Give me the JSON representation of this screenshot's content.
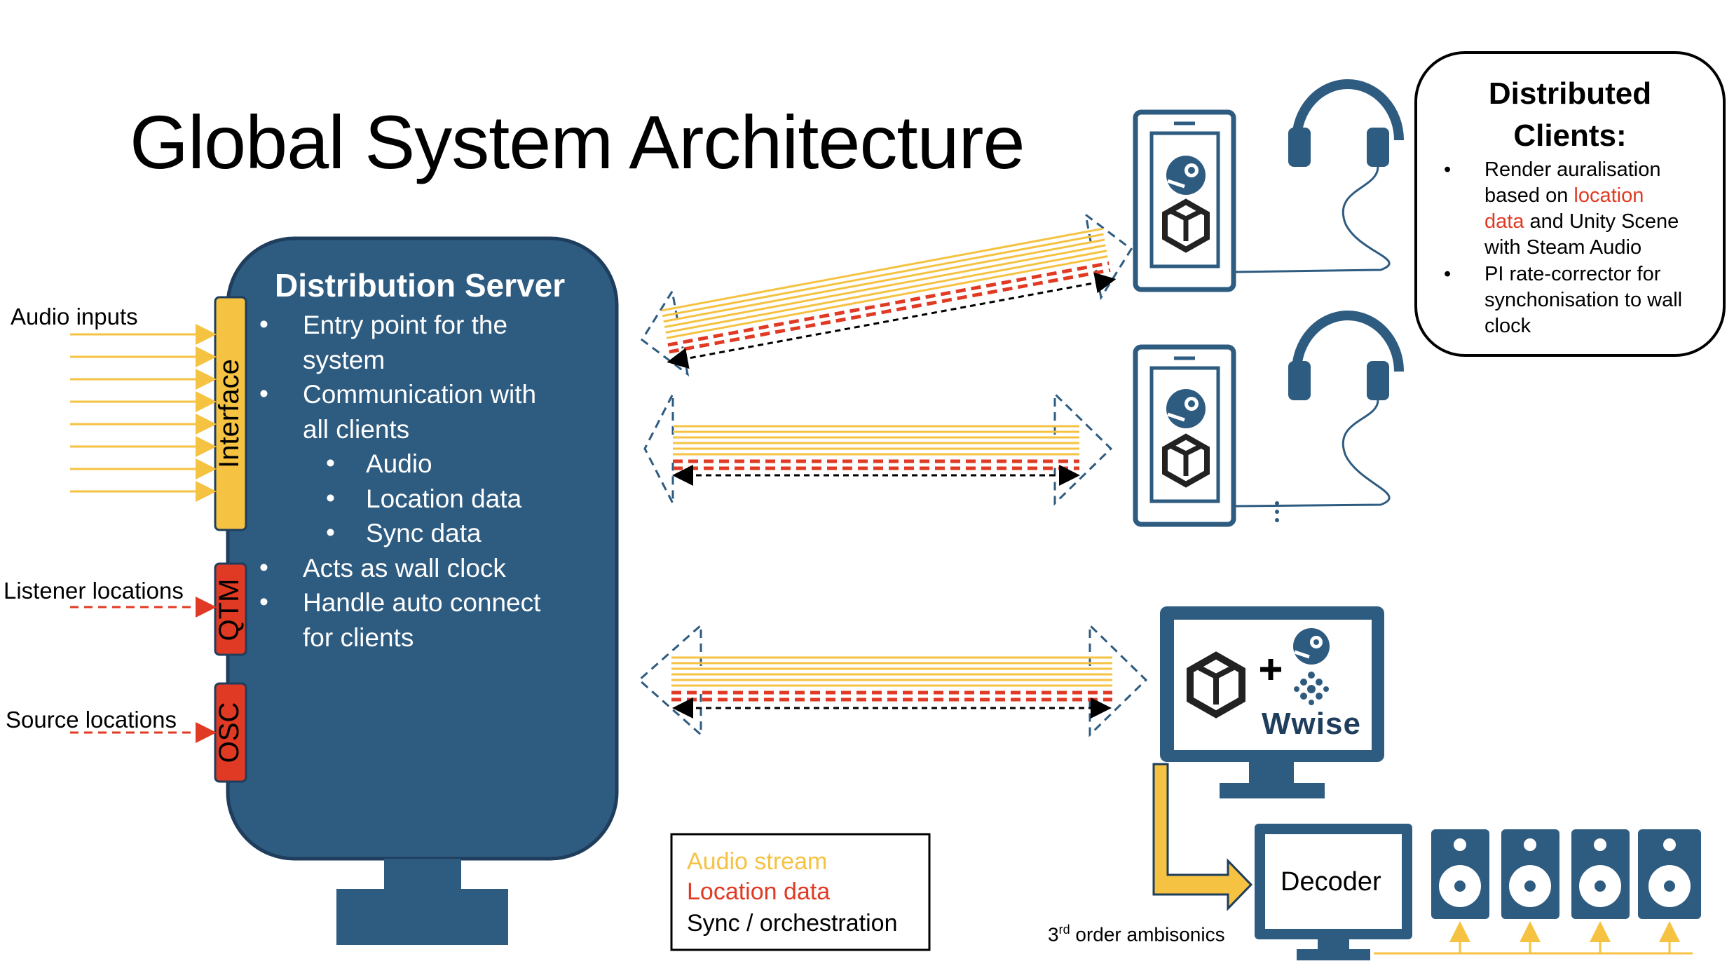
{
  "title": "Global System Architecture",
  "server": {
    "title": "Distribution Server",
    "bullets": [
      {
        "level": 0,
        "text": "Entry point for the"
      },
      {
        "level": 0,
        "text": "system",
        "cont": true
      },
      {
        "level": 0,
        "text": "Communication with"
      },
      {
        "level": 0,
        "text": "all clients",
        "cont": true
      },
      {
        "level": 1,
        "text": "Audio"
      },
      {
        "level": 1,
        "text": "Location data"
      },
      {
        "level": 1,
        "text": "Sync data"
      },
      {
        "level": 0,
        "text": "Acts as wall clock"
      },
      {
        "level": 0,
        "text": "Handle auto connect"
      },
      {
        "level": 0,
        "text": "for clients",
        "cont": true
      }
    ]
  },
  "inputs": {
    "audio": "Audio inputs",
    "listener": "Listener locations",
    "source": "Source locations"
  },
  "ports": {
    "interface": "Interface",
    "qtm": "QTM",
    "osc": "OSC"
  },
  "clients_box": {
    "title_line1": "Distributed",
    "title_line2": "Clients:",
    "bullet1": [
      "Render auralisation",
      "based on ",
      "location",
      "data",
      " and Unity Scene",
      "with Steam Audio"
    ],
    "bullet2": [
      "PI rate-corrector for",
      "synchonisation to wall",
      "clock"
    ]
  },
  "legend": {
    "audio": "Audio stream",
    "location": "Location data",
    "sync": "Sync / orchestration"
  },
  "decoder": "Decoder",
  "ambisonics": {
    "prefix": "3",
    "sup": "rd",
    "rest": " order ambisonics"
  },
  "wwise": "Wwise",
  "colors": {
    "navy": "#2e5b80",
    "yellow": "#f5c242",
    "red": "#e03a24",
    "dark": "#1f3d5c"
  },
  "icons": [
    "steam-icon",
    "unity-icon",
    "headphones-icon",
    "phone-icon",
    "monitor-icon",
    "speaker-icon",
    "wwise-icon"
  ]
}
